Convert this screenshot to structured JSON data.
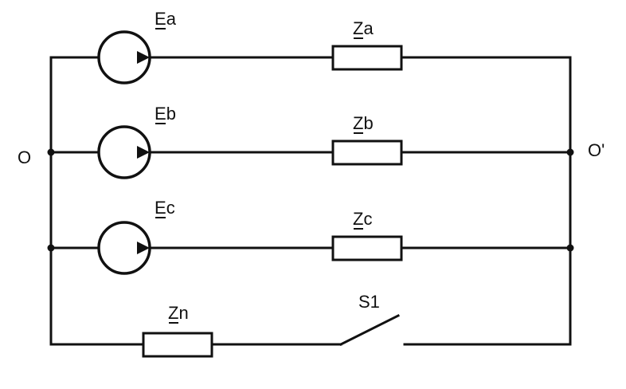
{
  "nodes": {
    "left": "O",
    "right": "O'"
  },
  "branches": [
    {
      "source_letter": "E",
      "source_sub": "a",
      "impedance_letter": "Z",
      "impedance_sub": "a"
    },
    {
      "source_letter": "E",
      "source_sub": "b",
      "impedance_letter": "Z",
      "impedance_sub": "b"
    },
    {
      "source_letter": "E",
      "source_sub": "c",
      "impedance_letter": "Z",
      "impedance_sub": "c"
    }
  ],
  "neutral": {
    "impedance_letter": "Z",
    "impedance_sub": "n",
    "switch_label": "S1"
  },
  "colors": {
    "ink": "#111111",
    "background": "#ffffff"
  }
}
